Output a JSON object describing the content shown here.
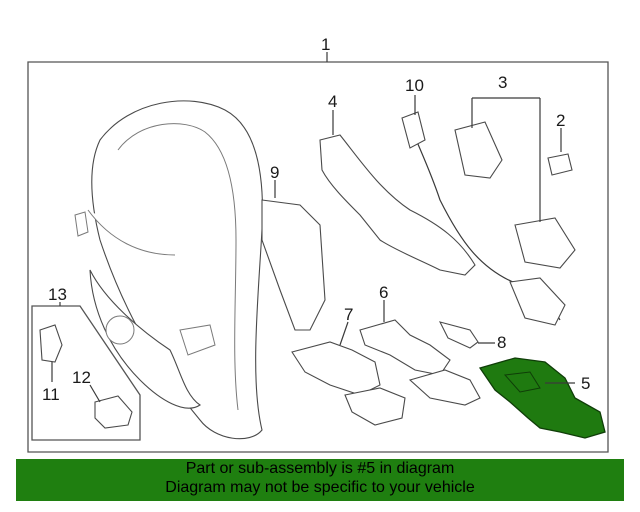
{
  "diagram": {
    "callouts": {
      "c1": "1",
      "c2": "2",
      "c3": "3",
      "c4": "4",
      "c5": "5",
      "c6": "6",
      "c7": "7",
      "c8": "8",
      "c9": "9",
      "c10": "10",
      "c11": "11",
      "c12": "12",
      "c13": "13"
    },
    "highlight_color": "#1f7a10"
  },
  "banner": {
    "line1": "Part or sub-assembly is #5 in diagram",
    "line2": "Diagram may not be specific to your vehicle",
    "background": "#1f7f10"
  }
}
